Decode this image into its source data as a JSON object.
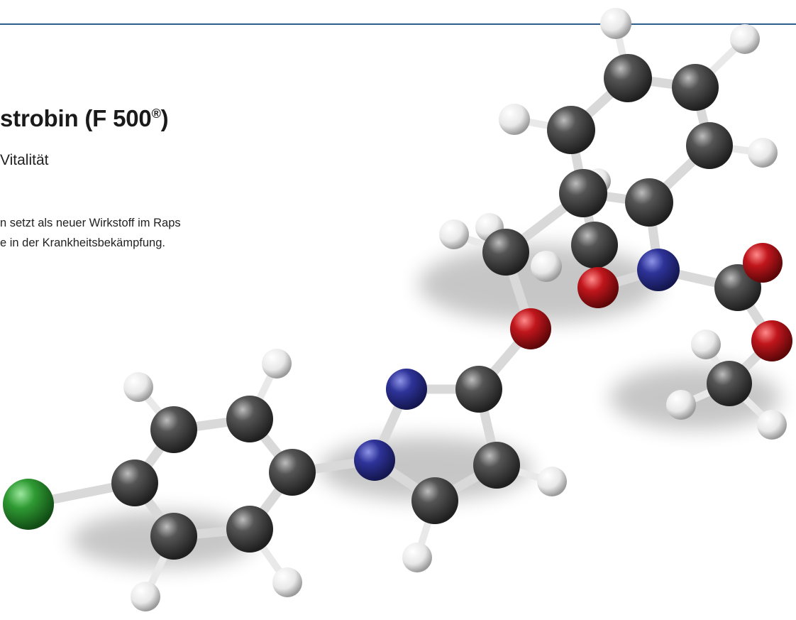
{
  "header": {
    "title_main": "strobin (F 500",
    "title_reg": "®",
    "title_end": ")",
    "subtitle": "Vitalität"
  },
  "body": {
    "line1": "n setzt als neuer Wirkstoff im Raps",
    "line2": "e in der Krankheitsbekämpfung."
  },
  "colors": {
    "rule": "#2f5d8e",
    "carbon": "#3a3a3a",
    "hydrogen": "#f2f2f2",
    "nitrogen": "#2a2f8f",
    "oxygen": "#c0161c",
    "chlorine": "#2f9a33",
    "bond": "#e6e6e6"
  },
  "molecule": {
    "depicted": "pyraclostrobin-ball-and-stick-model",
    "atom_kinds": [
      "carbon",
      "hydrogen",
      "nitrogen",
      "oxygen",
      "chlorine"
    ]
  }
}
